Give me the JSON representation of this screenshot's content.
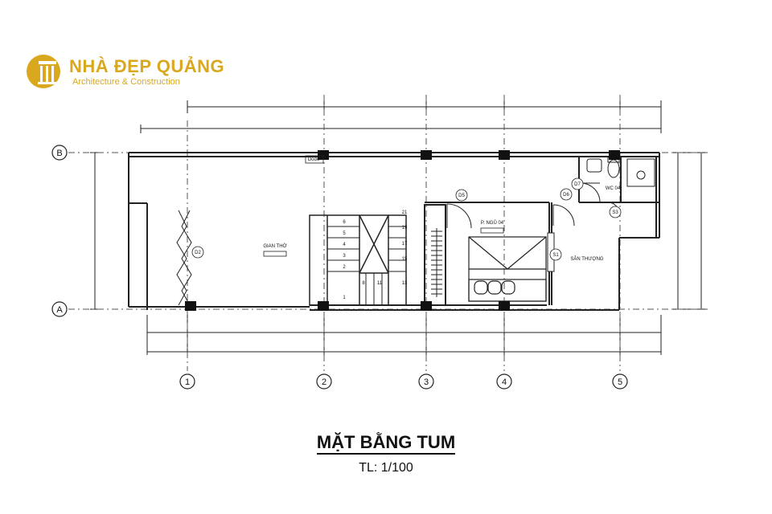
{
  "brand": {
    "name": "NHÀ ĐẸP QUẢNG",
    "tagline": "Architecture & Construction",
    "color": "#d9a81e"
  },
  "drawing": {
    "title": "MẶT BẰNG TUM",
    "scale": "TL: 1/100",
    "axes_numbers": [
      "1",
      "2",
      "3",
      "4",
      "5"
    ],
    "axes_letters": [
      "A",
      "B"
    ],
    "rooms": {
      "worship": "GIAN THỜ",
      "bedroom": "P. NGỦ 04",
      "wc": "WC 04",
      "terrace": "SÂN THƯỢNG"
    },
    "doors": [
      "D2",
      "D5",
      "D6",
      "D7",
      "S1",
      "S3"
    ],
    "stair_numbers": [
      "1",
      "2",
      "3",
      "4",
      "5",
      "6",
      "8",
      "11",
      "13",
      "15",
      "17",
      "19",
      "21"
    ],
    "small_tag": "Dodo"
  }
}
